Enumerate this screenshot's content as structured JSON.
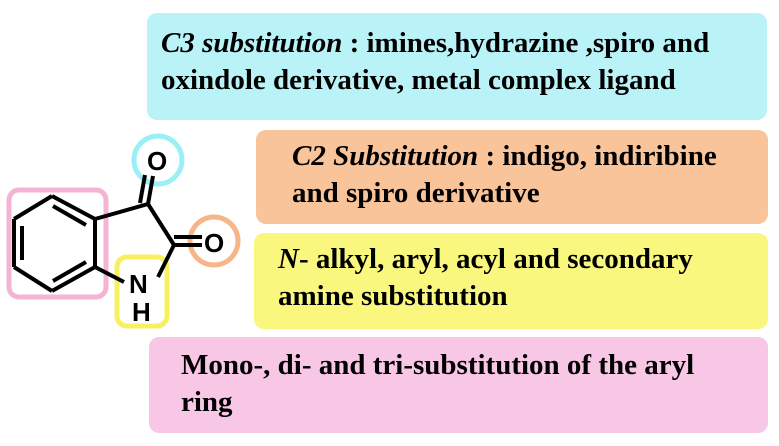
{
  "colors": {
    "c3": "#b9f2f7",
    "c2": "#f9c49a",
    "n": "#f9f77d",
    "aryl": "#f9c7e6",
    "c3_ring": "#9af0f5",
    "c2_ring": "#f9b58a",
    "n_ring": "#f7f060",
    "aryl_ring": "#f5b3d6"
  },
  "c3": {
    "label": "C3 substitution",
    "text_line1": " : imines,hydrazine ,spiro and",
    "text_line2": "oxindole derivative, metal complex ligand"
  },
  "c2": {
    "label": "C2 Substitution",
    "text_line1": " : indigo, indiribine",
    "text_line2": "and spiro derivative"
  },
  "n": {
    "label": "N",
    "text_line1": "- alkyl, aryl, acyl and secondary",
    "text_line2": "amine substitution"
  },
  "aryl": {
    "text_line1": "Mono-, di- and tri-substitution of the aryl",
    "text_line2": "ring"
  },
  "molecule": {
    "o1": "O",
    "o2": "O",
    "n": "N",
    "h": "H"
  }
}
